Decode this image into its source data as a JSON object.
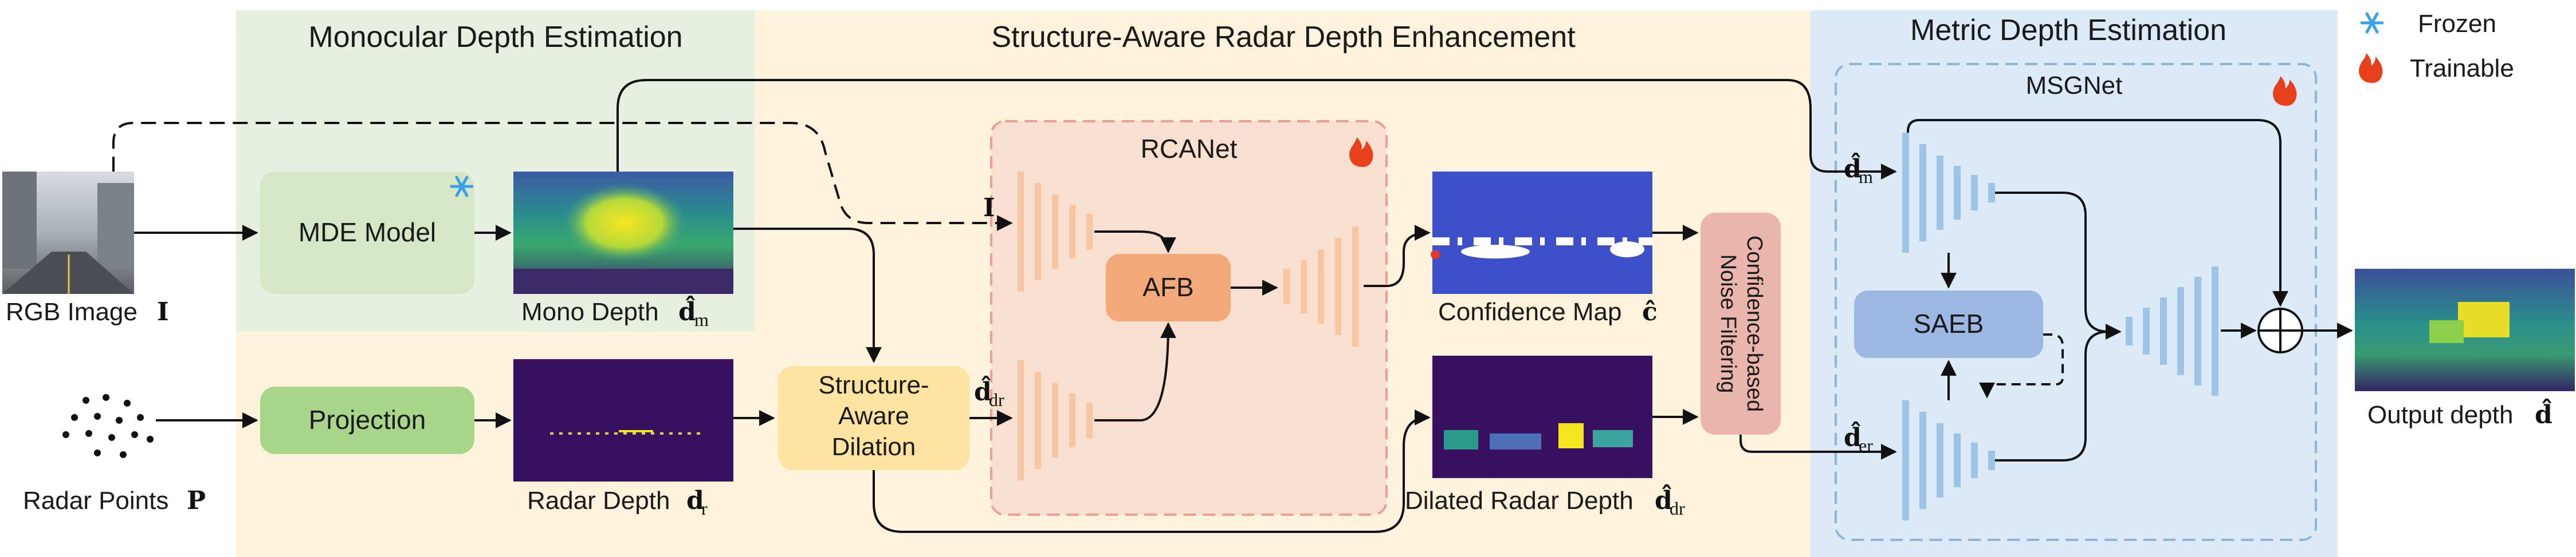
{
  "sections": {
    "mono": "Monocular Depth Estimation",
    "structure": "Structure-Aware Radar Depth Enhancement",
    "metric": "Metric Depth Estimation"
  },
  "legend": {
    "frozen": "Frozen",
    "trainable": "Trainable"
  },
  "inputs": {
    "rgb_label": "RGB Image",
    "rgb_symbol": "I",
    "radar_label": "Radar Points",
    "radar_symbol": "P"
  },
  "modules": {
    "mde": "MDE Model",
    "projection": "Projection",
    "sad_line1": "Structure-",
    "sad_line2": "Aware",
    "sad_line3": "Dilation",
    "rcanet": "RCANet",
    "afb": "AFB",
    "cnf_line1": "Confidence-based",
    "cnf_line2": "Noise Filtering",
    "msgnet": "MSGNet",
    "saeb": "SAEB"
  },
  "maps": {
    "mono_depth": "Mono Depth",
    "mono_symbol": "d̂",
    "mono_sub": "m",
    "radar_depth": "Radar Depth",
    "radar_symbol": "d",
    "radar_sub": "r",
    "confidence": "Confidence Map",
    "confidence_symbol": "ĉ",
    "dilated": "Dilated Radar Depth",
    "dilated_symbol": "d̂",
    "dilated_sub": "dr",
    "output": "Output depth",
    "output_symbol": "d̂"
  },
  "arrow_labels": {
    "image_in": "I",
    "ddr_symbol": "d̂",
    "ddr_sub": "dr",
    "dm_symbol": "d̂",
    "dm_sub": "m",
    "der_symbol": "d̂",
    "der_sub": "er"
  },
  "colors": {
    "mono_bg": "#e6efe1",
    "structure_bg": "#fdf2d8",
    "metric_bg": "#dce9f6",
    "mde_box": "#d5e7c4",
    "projection_box": "#a8d58a",
    "sad_box": "#fde3a0",
    "rcanet_box": "#f9dfcf",
    "afb_box": "#f2a878",
    "cnf_box": "#eab5ad",
    "saeb_box": "#9db7e3",
    "encoder_orange": "#f6c6a3",
    "encoder_blue": "#9dc3e6",
    "frozen_icon": "#3aa0e8",
    "trainable_icon": "#e8401c"
  }
}
